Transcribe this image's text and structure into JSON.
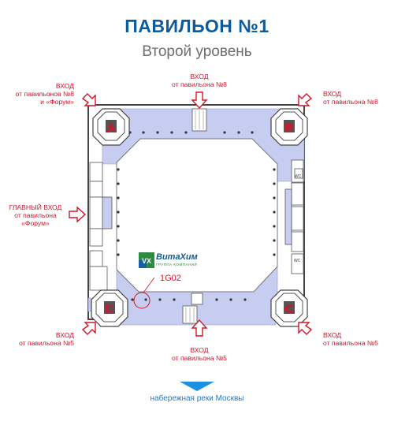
{
  "header": {
    "title": "ПАВИЛЬОН №1",
    "subtitle": "Второй уровень"
  },
  "entrances": {
    "top_left": {
      "line1": "ВХОД",
      "line2": "от павильонов №8",
      "line3": "и «Форум»"
    },
    "top_center": {
      "line1": "ВХОД",
      "line2": "от павильона №8"
    },
    "top_right": {
      "line1": "ВХОД",
      "line2": "от павильона №8"
    },
    "main_left": {
      "line1": "ГЛАВНЫЙ ВХОД",
      "line2": "от павильона",
      "line3": "«Форум»"
    },
    "bottom_left": {
      "line1": "ВХОД",
      "line2": "от павильона №5"
    },
    "bottom_center": {
      "line1": "ВХОД",
      "line2": "от павильона №5"
    },
    "bottom_right": {
      "line1": "ВХОД",
      "line2": "от павильона №5"
    }
  },
  "corners": {
    "a": "A",
    "b": "B",
    "c": "C",
    "d": "D"
  },
  "logo": {
    "name": "ВитаХим",
    "tagline": "ГРУППА КОМПАНИЙ",
    "badge": "VX"
  },
  "stand": {
    "code": "1G02"
  },
  "footer": {
    "embankment": "набережная реки Москвы"
  },
  "wc": {
    "label": "WC"
  },
  "colors": {
    "title": "#0d5b9b",
    "hall": "#c7cdf1",
    "arrow": "#d0152a",
    "walls": "#444444",
    "direction": "#1e90e0"
  }
}
